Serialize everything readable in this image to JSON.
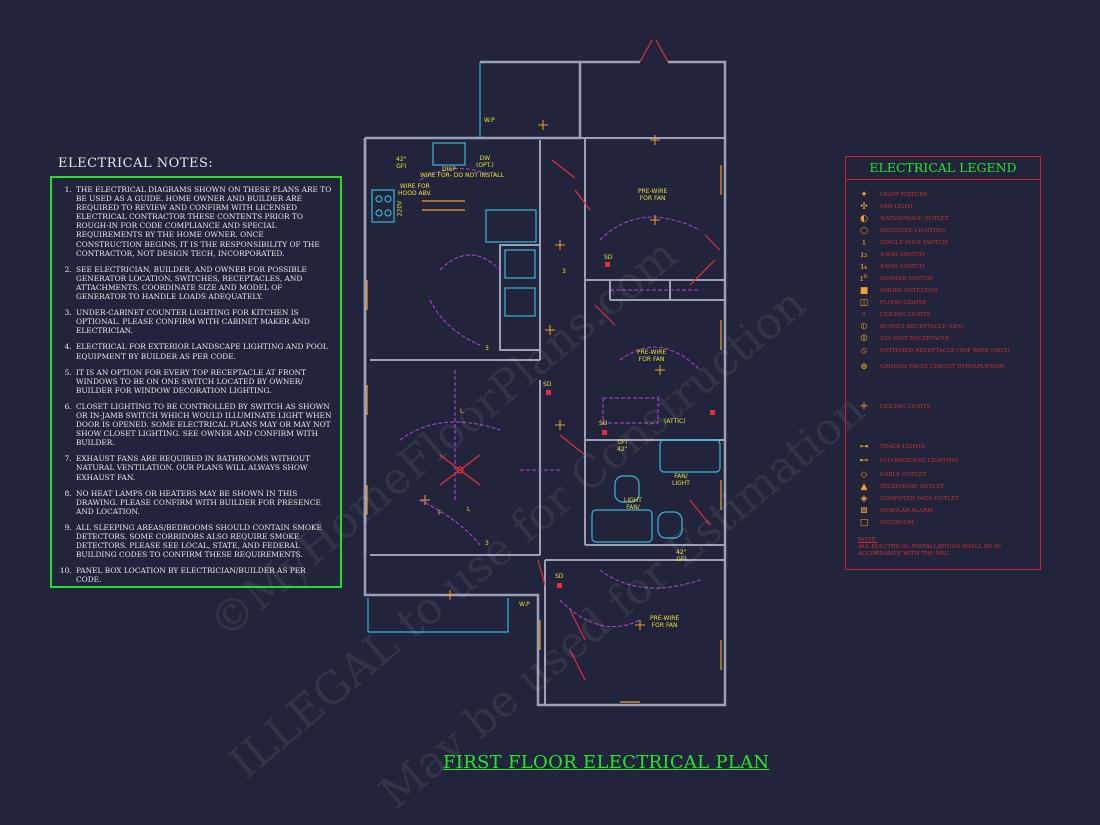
{
  "notes": {
    "title": "ELECTRICAL NOTES:",
    "items": [
      "THE ELECTRICAL DIAGRAMS SHOWN ON THESE PLANS ARE TO BE USED AS A GUIDE. HOME OWNER AND BUILDER ARE REQUIRED TO REVIEW AND CONFIRM WITH LICENSED ELECTRICAL CONTRACTOR THESE CONTENTS PRIOR TO ROUGH-IN FOR CODE COMPLIANCE AND SPECIAL REQUIREMENTS BY THE HOME OWNER. ONCE CONSTRUCTION BEGINS, IT IS THE RESPONSIBILITY OF THE CONTRACTOR, NOT DESIGN TECH, INCORPORATED.",
      "SEE ELECTRICIAN, BUILDER, AND OWNER FOR POSSIBLE GENERATOR LOCATION, SWITCHES, RECEPTACLES, AND ATTACHMENTS. COORDINATE SIZE AND MODEL OF GENERATOR TO HANDLE LOADS ADEQUATELY.",
      "UNDER-CABINET COUNTER LIGHTING FOR KITCHEN IS OPTIONAL. PLEASE CONFIRM WITH CABINET MAKER AND ELECTRICIAN.",
      "ELECTRICAL FOR EXTERIOR LANDSCAPE LIGHTING AND POOL EQUIPMENT BY BUILDER AS PER CODE.",
      "IT IS AN OPTION FOR EVERY TOP RECEPTACLE AT FRONT WINDOWS TO BE ON ONE SWITCH LOCATED BY OWNER/ BUILDER FOR WINDOW DECORATION LIGHTING.",
      "CLOSET LIGHTING TO BE CONTROLLED BY SWITCH AS SHOWN OR IN-JAMB SWITCH WHICH WOULD ILLUMINATE LIGHT WHEN DOOR IS OPENED. SOME ELECTRICAL PLANS MAY OR MAY NOT SHOW CLOSET LIGHTING. SEE OWNER AND CONFIRM WITH BUILDER.",
      "EXHAUST FANS ARE REQUIRED IN BATHROOMS WITHOUT NATURAL VENTILATION. OUR PLANS WILL ALWAYS SHOW EXHAUST FAN.",
      "NO HEAT LAMPS OR HEATERS MAY BE SHOWN IN THIS DRAWING. PLEASE CONFIRM WITH BUILDER FOR PRESENCE AND LOCATION.",
      "ALL SLEEPING AREAS/BEDROOMS SHOULD CONTAIN SMOKE DETECTORS. SOME CORRIDORS ALSO REQUIRE SMOKE DETECTORS. PLEASE SEE LOCAL, STATE, AND FEDERAL BUILDING CODES TO CONFIRM THESE REQUIREMENTS.",
      "PANEL BOX LOCATION BY ELECTRICIAN/BUILDER AS PER CODE."
    ]
  },
  "legend": {
    "title": "ELECTRICAL LEGEND",
    "items": [
      {
        "symbol": "✦",
        "label": "LIGHT FIXTURE"
      },
      {
        "symbol": "✣",
        "label": "FAN LIGHT"
      },
      {
        "symbol": "◐",
        "label": "WATERPROOF OUTLET"
      },
      {
        "symbol": "○",
        "label": "RECESSED LIGHTING"
      },
      {
        "symbol": "ı",
        "label": "SINGLE POLE SWITCH"
      },
      {
        "symbol": "ı₃",
        "label": "3-WAY SWITCH"
      },
      {
        "symbol": "ı₄",
        "label": "4-WAY SWITCH"
      },
      {
        "symbol": "ıᴰ",
        "label": "DIMMER SWITCH"
      },
      {
        "symbol": "■",
        "label": "SMOKE DETECTOR"
      },
      {
        "symbol": "◫",
        "label": "FLOOD LIGHTS"
      },
      {
        "symbol": "◦",
        "label": "CEILING LIGHTS"
      },
      {
        "symbol": "⦶",
        "label": "DUPLEX RECEPTACLE (GFI)"
      },
      {
        "symbol": "⦷",
        "label": "220 VOLT RECEPTACLE"
      },
      {
        "symbol": "⦸",
        "label": "SWITCHED RECEPTACLE (TOP WIRE ONLY)"
      },
      {
        "symbol": "⊕",
        "label": "GROUND FAULT CIRCUIT INTERRUPTION"
      },
      {
        "symbol": "✛",
        "label": "CEILING LIGHTS"
      },
      {
        "symbol": "⊶",
        "label": "TRACK LIGHTS"
      },
      {
        "symbol": "⊷",
        "label": "FLUORESCENT LIGHTING"
      },
      {
        "symbol": "◇",
        "label": "CABLE OUTLET"
      },
      {
        "symbol": "▲",
        "label": "TELEPHONE OUTLET"
      },
      {
        "symbol": "◈",
        "label": "COMPUTER DATA OUTLET"
      },
      {
        "symbol": "⊠",
        "label": "BURGLAR ALARM"
      },
      {
        "symbol": "□",
        "label": "INTERCOM"
      }
    ],
    "note_heading": "NOTE:",
    "note": "ALL ELECTRICAL INSTALLATIONS SHALL BE IN ACCORDANCE WITH THE NEC."
  },
  "plan": {
    "title": "FIRST FLOOR ELECTRICAL PLAN",
    "labels": {
      "wp_top": "W.P",
      "gfi_kitchen": "42\"\nGFI",
      "disp": "DISP",
      "dw": "DW\n(OPT.)",
      "wire_note": "WIRE FOR- DO NOT INSTALL",
      "hood": "WIRE FOR\nHOOD ABV.",
      "v220": "220V",
      "prewire_fan_1": "PRE-WIRE\nFOR FAN",
      "prewire_fan_2": "PRE-WIRE\nFOR FAN",
      "prewire_fan_3": "PRE-WIRE\nFOR FAN",
      "sd_1": "SD",
      "sd_2": "SD",
      "sd_3": "SD",
      "sd_4": "SD",
      "attic": "(ATTIC)",
      "gfi_bath_1": "GFI\n42\"",
      "fan_light_1": "FAN/\nLIGHT",
      "light_fan_2": "LIGHT\nFAN/",
      "gfi_bath_2": "42\"\nGFI",
      "wp_bottom": "W.P",
      "three_1": "3",
      "three_2": "3",
      "three_3": "3",
      "l_1": "L",
      "l_2": "L",
      "f_1": "F"
    }
  },
  "watermarks": [
    "©MyHomeFloorPlans.com",
    "ILLEGAL to use for Construction",
    "May be used for Estimation"
  ],
  "colors": {
    "background": "#21243a",
    "wall": "#9aa0b5",
    "wiring": "#b545d8",
    "fixture": "#e03040",
    "outlet": "#f0a030",
    "cabinet": "#3ab8d8",
    "notes_border": "#22e02a",
    "legend_border": "#c9202a",
    "title": "#27e52d"
  }
}
